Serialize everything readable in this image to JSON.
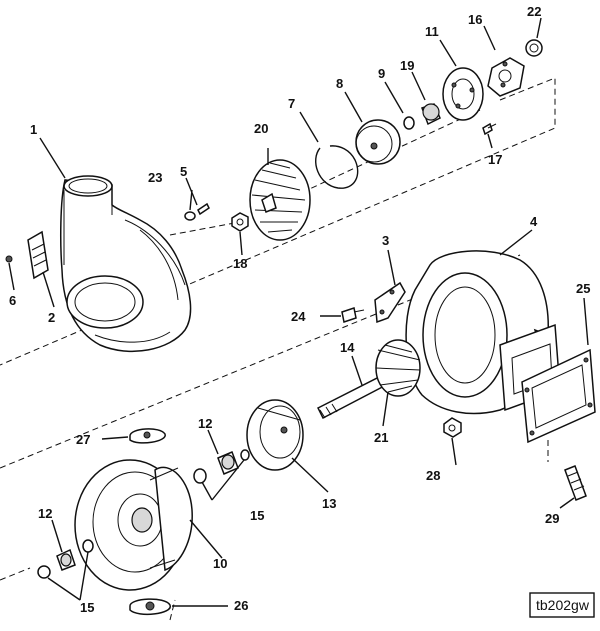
{
  "callouts": [
    {
      "id": "c1",
      "label": "1"
    },
    {
      "id": "c2",
      "label": "2"
    },
    {
      "id": "c3",
      "label": "3"
    },
    {
      "id": "c4",
      "label": "4"
    },
    {
      "id": "c5",
      "label": "5"
    },
    {
      "id": "c6",
      "label": "6"
    },
    {
      "id": "c7",
      "label": "7"
    },
    {
      "id": "c8",
      "label": "8"
    },
    {
      "id": "c9",
      "label": "9"
    },
    {
      "id": "c10",
      "label": "10"
    },
    {
      "id": "c11",
      "label": "11"
    },
    {
      "id": "c12a",
      "label": "12"
    },
    {
      "id": "c12b",
      "label": "12"
    },
    {
      "id": "c13",
      "label": "13"
    },
    {
      "id": "c14",
      "label": "14"
    },
    {
      "id": "c15a",
      "label": "15"
    },
    {
      "id": "c15b",
      "label": "15"
    },
    {
      "id": "c16",
      "label": "16"
    },
    {
      "id": "c17",
      "label": "17"
    },
    {
      "id": "c18",
      "label": "18"
    },
    {
      "id": "c19",
      "label": "19"
    },
    {
      "id": "c20",
      "label": "20"
    },
    {
      "id": "c21",
      "label": "21"
    },
    {
      "id": "c22",
      "label": "22"
    },
    {
      "id": "c23",
      "label": "23"
    },
    {
      "id": "c24",
      "label": "24"
    },
    {
      "id": "c25",
      "label": "25"
    },
    {
      "id": "c26",
      "label": "26"
    },
    {
      "id": "c27",
      "label": "27"
    },
    {
      "id": "c28",
      "label": "28"
    },
    {
      "id": "c29",
      "label": "29"
    }
  ],
  "figure_ref": "tb202gw"
}
